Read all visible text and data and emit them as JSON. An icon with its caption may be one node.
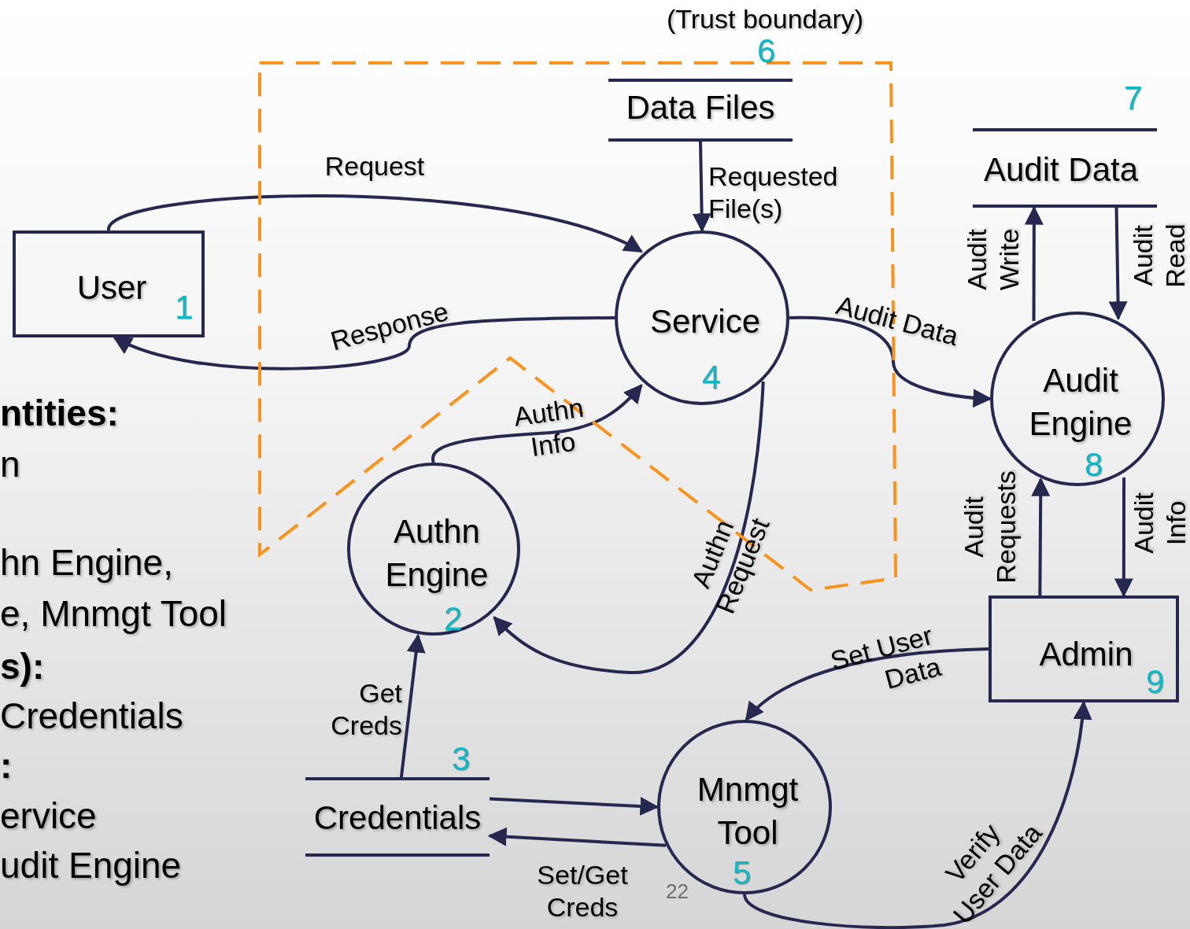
{
  "diagram": {
    "nodes": [
      {
        "text": [
          "User",
          "1"
        ]
      },
      {
        "text": [
          "(Trust boundary)",
          "6"
        ]
      },
      {
        "text": [
          "Data Files"
        ],
        "in": 1
      },
      {
        "text": [
          "Service",
          "4"
        ],
        "in": 1
      },
      {
        "text": [
          "7",
          "Audit Data"
        ]
      },
      {
        "text": [
          "Audit Engine",
          "8"
        ]
      },
      {
        "text": [
          "Authn Engine",
          "2"
        ]
      },
      {
        "text": [
          "Admin",
          "9"
        ]
      },
      {
        "text": [
          "3",
          "Credentials"
        ]
      },
      {
        "text": [
          "Mnmgt Tool",
          "5"
        ]
      }
    ],
    "edges": [
      {
        "from": 0,
        "to": 3,
        "arrow": "to",
        "label": "Request"
      },
      {
        "from": 3,
        "to": 0,
        "arrow": "to",
        "label": "Response"
      },
      {
        "from": 2,
        "to": 3,
        "arrow": "to",
        "label": "Requested File(s)"
      },
      {
        "from": 6,
        "to": 3,
        "arrow": "to",
        "label": "Authn Info"
      },
      {
        "from": 3,
        "to": 6,
        "arrow": "to",
        "label": "Authn Request"
      },
      {
        "from": 8,
        "to": 6,
        "arrow": "to",
        "label": "Get Creds"
      },
      {
        "from": 8,
        "to": 9,
        "arrow": "to"
      },
      {
        "from": 9,
        "to": 8,
        "arrow": "to",
        "label": "Set/Get Creds"
      },
      {
        "from": 3,
        "to": 5,
        "arrow": "to",
        "label": "Audit Data"
      },
      {
        "from": 5,
        "to": 4,
        "arrow": "to",
        "label": "Audit Write"
      },
      {
        "from": 4,
        "to": 5,
        "arrow": "to",
        "label": "Audit Read"
      },
      {
        "from": 7,
        "to": 5,
        "arrow": "to",
        "label": "Audit Requests"
      },
      {
        "from": 5,
        "to": 7,
        "arrow": "to",
        "label": "Audit Info"
      },
      {
        "from": 7,
        "to": 9,
        "arrow": "to",
        "label": "Set User Data"
      },
      {
        "from": 9,
        "to": 7,
        "arrow": "to",
        "label": "Verify User Data"
      }
    ],
    "labels": [
      "ntities:",
      "n",
      "hn Engine,",
      "e, Mnmgt Tool",
      "s):",
      "Credentials",
      ":",
      "ervice",
      "udit Engine",
      "22"
    ]
  }
}
